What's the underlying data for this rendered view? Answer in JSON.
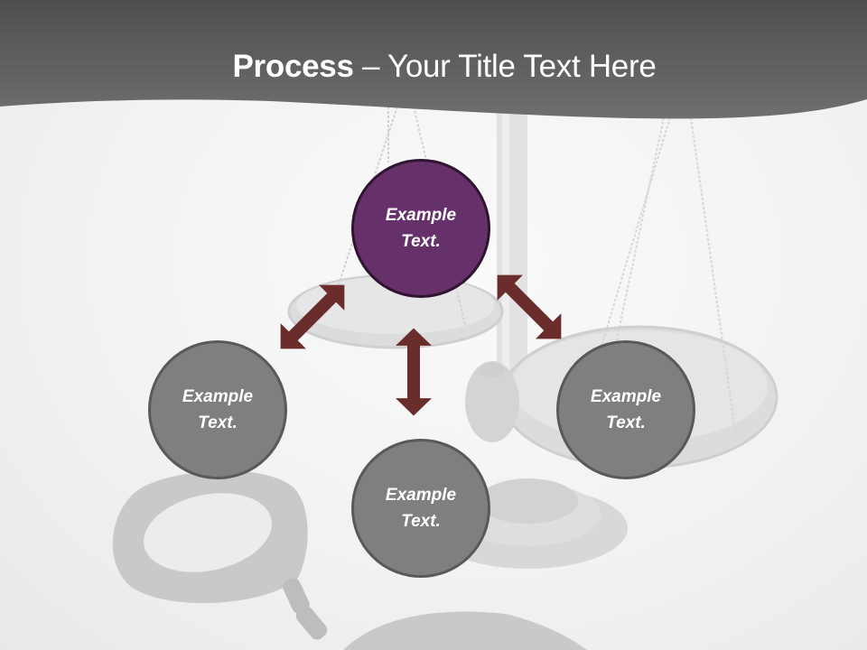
{
  "slide": {
    "title_bold": "Process",
    "title_rest": " – Your Title Text Here",
    "colors": {
      "header": "#606060",
      "background": "#f4f4f4",
      "center_node": "#66316a",
      "outer_node": "#7f7f7f",
      "arrow": "#6b2c2c"
    }
  },
  "nodes": [
    {
      "id": "top",
      "line1": "Example",
      "line2": "Text."
    },
    {
      "id": "left",
      "line1": "Example",
      "line2": "Text."
    },
    {
      "id": "bottom",
      "line1": "Example",
      "line2": "Text."
    },
    {
      "id": "right",
      "line1": "Example",
      "line2": "Text."
    }
  ],
  "background_image": {
    "icons": [
      "scales-of-justice-icon",
      "handcuffs-icon"
    ]
  }
}
